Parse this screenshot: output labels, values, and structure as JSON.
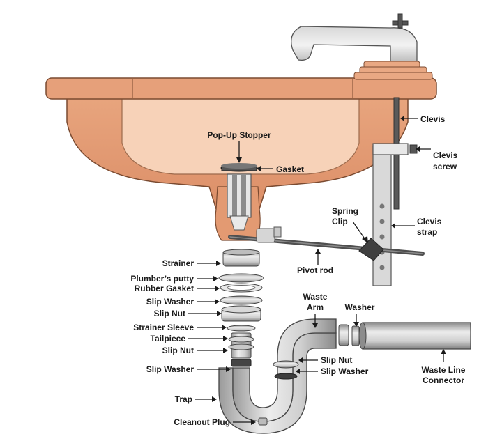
{
  "labels": {
    "pop_up_stopper": "Pop-Up Stopper",
    "gasket": "Gasket",
    "clevis": "Clevis",
    "clevis_screw_1": "Clevis",
    "clevis_screw_2": "screw",
    "spring_clip_1": "Spring",
    "spring_clip_2": "Clip",
    "clevis_strap_1": "Clevis",
    "clevis_strap_2": "strap",
    "pivot_rod": "Pivot rod",
    "strainer": "Strainer",
    "plumbers_putty": "Plumber’s putty",
    "rubber_gasket": "Rubber Gasket",
    "slip_washer_top": "Slip Washer",
    "slip_nut_top": "Slip Nut",
    "strainer_sleeve": "Strainer Sleeve",
    "tailpiece": "Tailpiece",
    "slip_nut_mid": "Slip Nut",
    "slip_washer_left": "Slip Washer",
    "trap": "Trap",
    "cleanout_plug": "Cleanout Plug",
    "waste_arm_1": "Waste",
    "waste_arm_2": "Arm",
    "washer": "Washer",
    "slip_nut_right": "Slip Nut",
    "slip_washer_right": "Slip Washer",
    "waste_line_1": "Waste Line",
    "waste_line_2": "Connector"
  },
  "colors": {
    "sink_outer": "#e8a27a",
    "sink_inner": "#f6cfb4",
    "sink_rim": "#e49e76",
    "metal_light": "#e6e6e6",
    "metal_mid": "#c9c9c9",
    "metal_dark": "#8f8f8f",
    "rod": "#555555",
    "outline": "#3a3a3a"
  }
}
